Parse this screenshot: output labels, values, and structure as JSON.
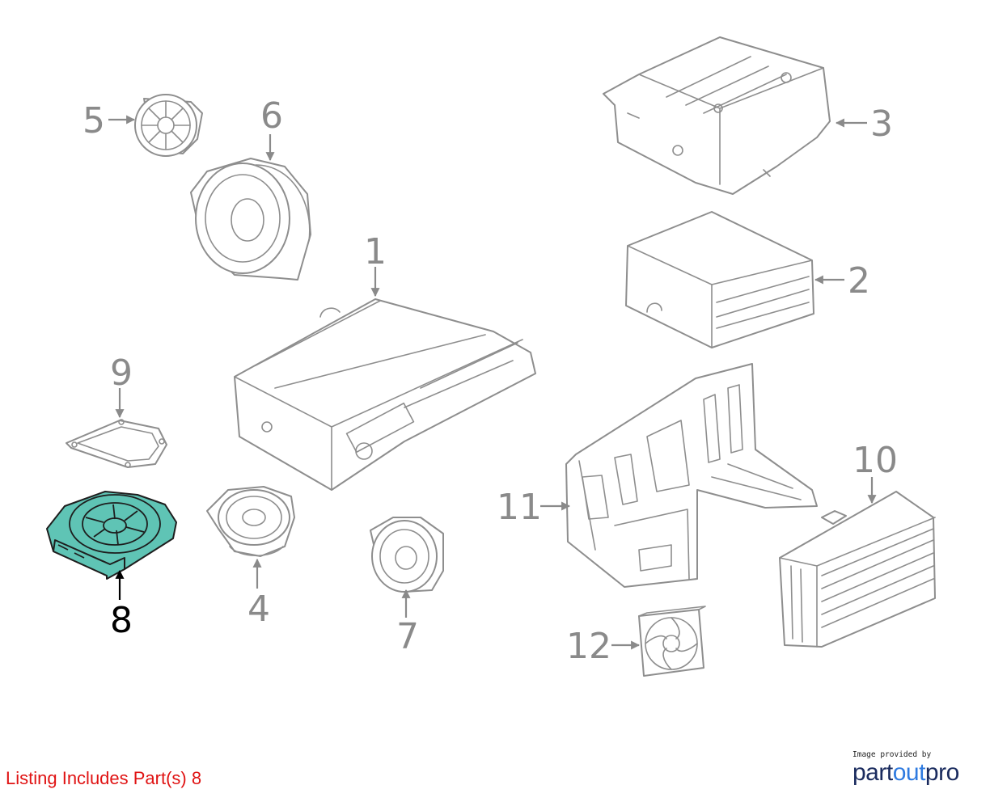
{
  "callouts": {
    "c1": "1",
    "c2": "2",
    "c3": "3",
    "c4": "4",
    "c5": "5",
    "c6": "6",
    "c7": "7",
    "c8": "8",
    "c9": "9",
    "c10": "10",
    "c11": "11",
    "c12": "12"
  },
  "highlighted_part": "8",
  "highlight_color": "#5fc4b5",
  "listing_text": "Listing Includes Part(s) 8",
  "listing_text_color": "#e01313",
  "credit": {
    "caption": "Image provided by",
    "logo_part1": "part",
    "logo_part2": "out",
    "logo_part3": "pro"
  }
}
